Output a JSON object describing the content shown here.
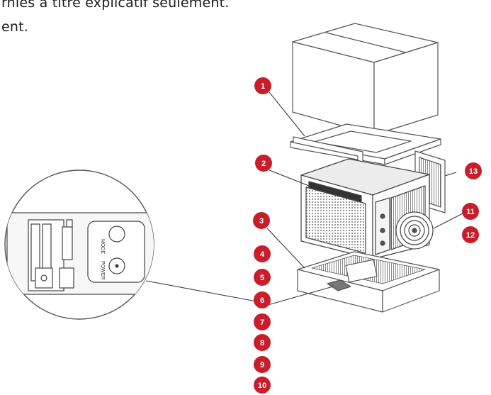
{
  "caption": {
    "line1": "rnies à titre explicatif seulement.",
    "line2": "ent."
  },
  "control_labels": {
    "top": "MODE",
    "bottom": "POWER"
  },
  "callouts": [
    "1",
    "2",
    "3",
    "4",
    "5",
    "6",
    "7",
    "8",
    "9",
    "10",
    "11",
    "12",
    "13"
  ],
  "colors": {
    "badge": "#c81e2b",
    "line": "#3a3a3a"
  }
}
